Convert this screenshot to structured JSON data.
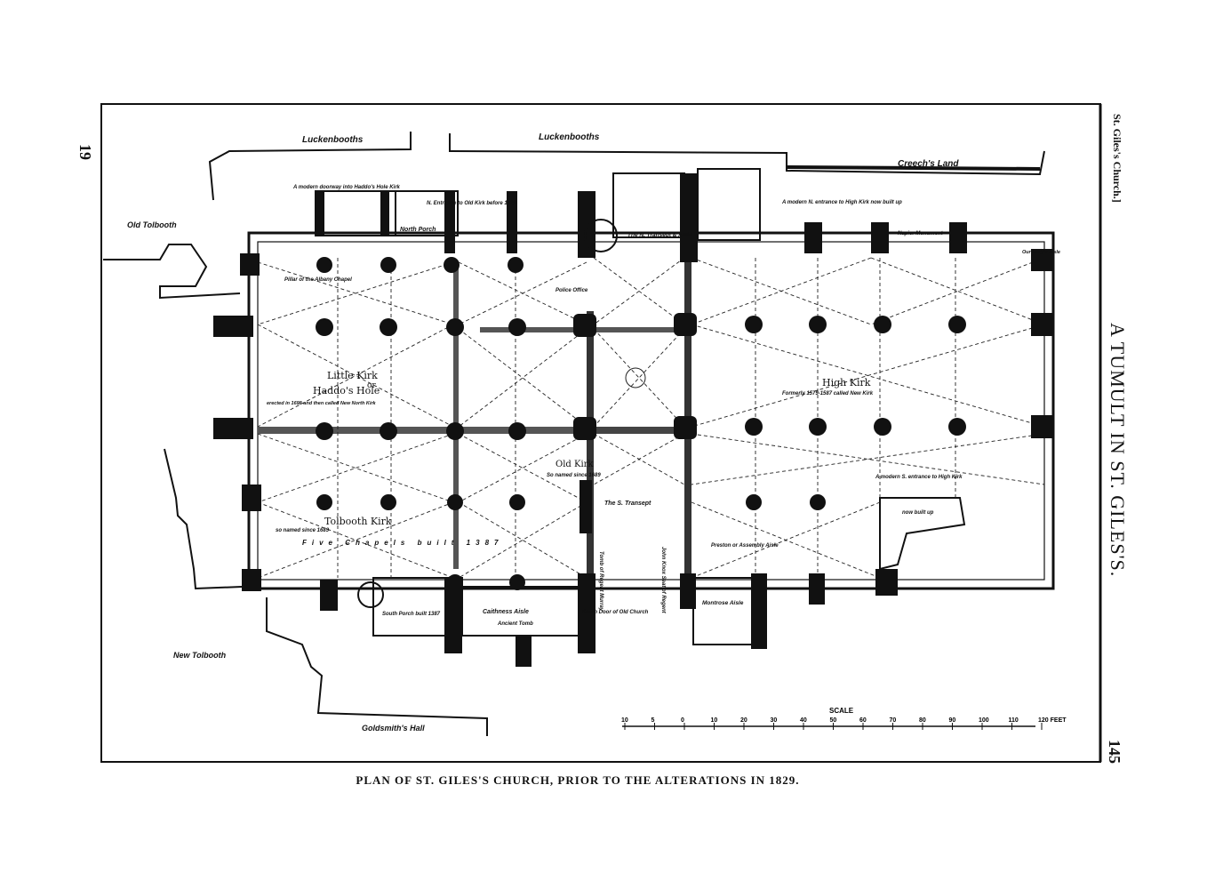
{
  "page": {
    "left_page_number": "19",
    "right_page_number": "145",
    "running_head": "St. Giles's Church.]",
    "running_title": "A TUMULT IN ST. GILES'S."
  },
  "plan": {
    "caption": "PLAN OF ST. GILES'S CHURCH, PRIOR TO THE ALTERATIONS IN 1829.",
    "surroundings": {
      "luckenbooths_left": "Luckenbooths",
      "luckenbooths_right": "Luckenbooths",
      "creechs_land": "Creech's Land",
      "old_tolbooth": "Old Tolbooth",
      "new_tolbooth": "New Tolbooth",
      "goldsmiths_hall": "Goldsmith's Hall"
    },
    "labels": {
      "modern_doorway": "A modern doorway into Haddo's Hole Kirk",
      "n_entrance_old_kirk": "N. Entrance to Old Kirk before 1829",
      "north_porch": "North Porch",
      "n_transept": "The N. Transept & Aisle",
      "modern_n_entrance": "A modern N. entrance to High Kirk now built up",
      "napier_monument": "Napier Monument",
      "outlady_aisle": "Our Lady's Aisle",
      "pillar_albany": "Pillar of the Albany Chapel",
      "police_office": "Police Office",
      "little_kirk": "Little Kirk",
      "little_kirk_or": "or",
      "haddos_hole": "Haddo's Hole",
      "haddos_note": "erected in 1698 and then called New North Kirk",
      "high_kirk": "High Kirk",
      "high_kirk_note": "Formerly 1579-1587 called New Kirk",
      "old_kirk": "Old Kirk",
      "old_kirk_note": "So named since 1689",
      "s_transept": "The S. Transept",
      "modern_s_entrance": "A modern S. entrance to High Kirk",
      "now_built_up": "now built up",
      "tolbooth_kirk": "Tolbooth Kirk",
      "tolbooth_note": "so named since 1689",
      "five_chapels": "Five Chapels built 1387",
      "preston_aisle": "Preston or Assembly Aisle",
      "tomb_regent": "Tomb of Regent Murray",
      "south_door": "South Door of Old Church",
      "john_knox": "John Knox Seat of Regent",
      "caithness_aisle": "Caithness Aisle",
      "ancient_tomb": "Ancient Tomb",
      "south_porch": "South Porch built 1387",
      "montrose_aisle": "Montrose Aisle"
    },
    "scale": {
      "title": "SCALE",
      "ticks": [
        "10",
        "5",
        "0",
        "10",
        "20",
        "30",
        "40",
        "50",
        "60",
        "70",
        "80",
        "90",
        "100",
        "110",
        "120 FEET"
      ]
    }
  }
}
